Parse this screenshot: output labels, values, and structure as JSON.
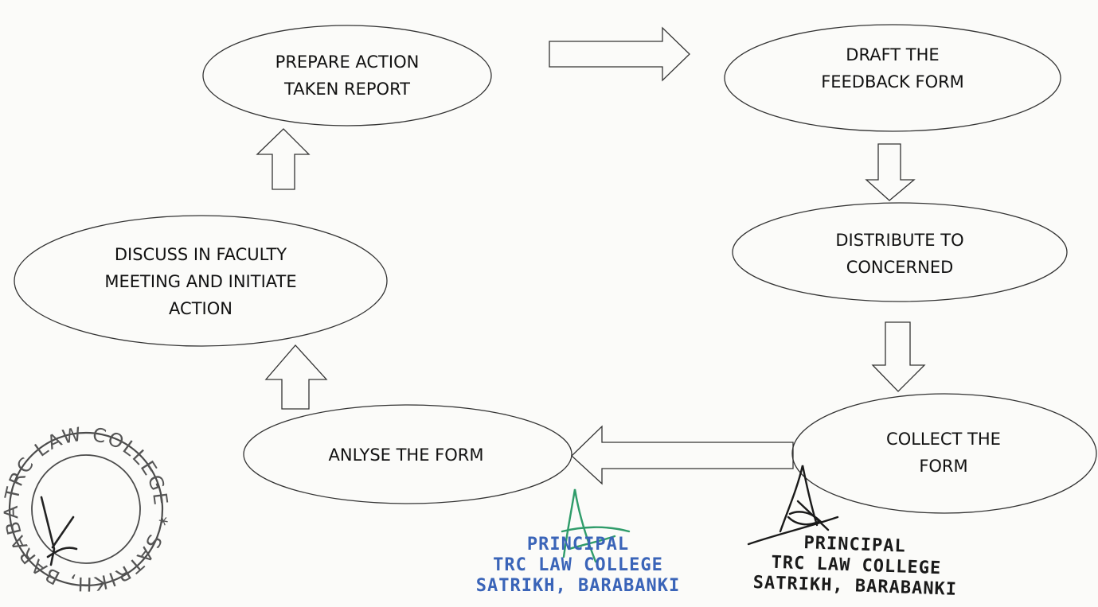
{
  "nodes": {
    "prepare": {
      "lines": [
        "PREPARE ACTION",
        "TAKEN REPORT"
      ]
    },
    "draft": {
      "lines": [
        "DRAFT THE",
        "FEEDBACK FORM"
      ]
    },
    "distribute": {
      "lines": [
        "DISTRIBUTE TO",
        "CONCERNED"
      ]
    },
    "collect": {
      "lines": [
        "COLLECT THE",
        "FORM"
      ]
    },
    "analyse": {
      "lines": [
        "ANLYSE THE FORM"
      ]
    },
    "discuss": {
      "lines": [
        "DISCUSS IN FACULTY",
        "MEETING AND INITIATE",
        "ACTION"
      ]
    }
  },
  "stamps": {
    "blue": {
      "lines": [
        "PRINCIPAL",
        "TRC LAW COLLEGE",
        "SATRIKH, BARABANKI"
      ]
    },
    "black": {
      "lines": [
        "PRINCIPAL",
        "TRC LAW COLLEGE",
        "SATRIKH, BARABANKI"
      ]
    },
    "seal": {
      "text": "TRC LAW COLLEGE * SATRIKH, BARABANKI"
    }
  },
  "colors": {
    "ink": "#111111",
    "stamp_blue": "#3a64b8",
    "signature_green": "#2f9c6a"
  }
}
